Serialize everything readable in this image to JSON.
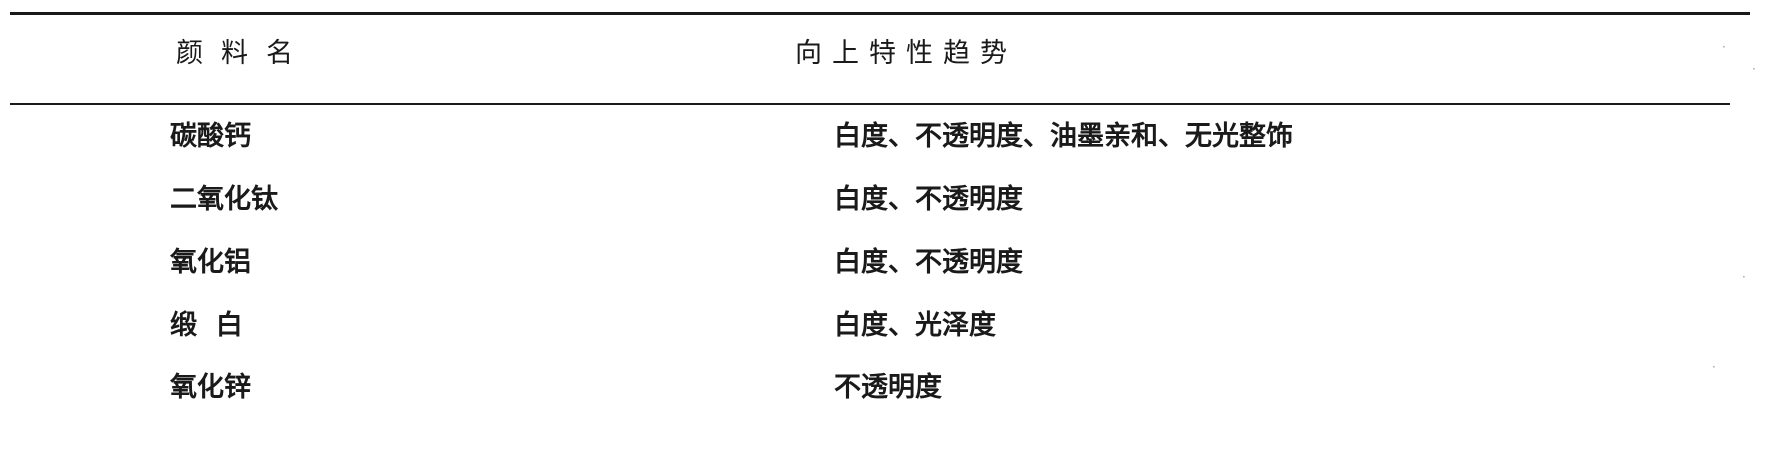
{
  "table": {
    "headers": [
      "颜料名",
      "向上特性趋势"
    ],
    "rows": [
      [
        "碳酸钙",
        "白度、不透明度、油墨亲和、无光整饰"
      ],
      [
        "二氧化钛",
        "白度、不透明度"
      ],
      [
        "氧化铝",
        "白度、不透明度"
      ],
      [
        "缎  白",
        "白度、光泽度"
      ],
      [
        "氧化锌",
        "不透明度"
      ]
    ]
  }
}
